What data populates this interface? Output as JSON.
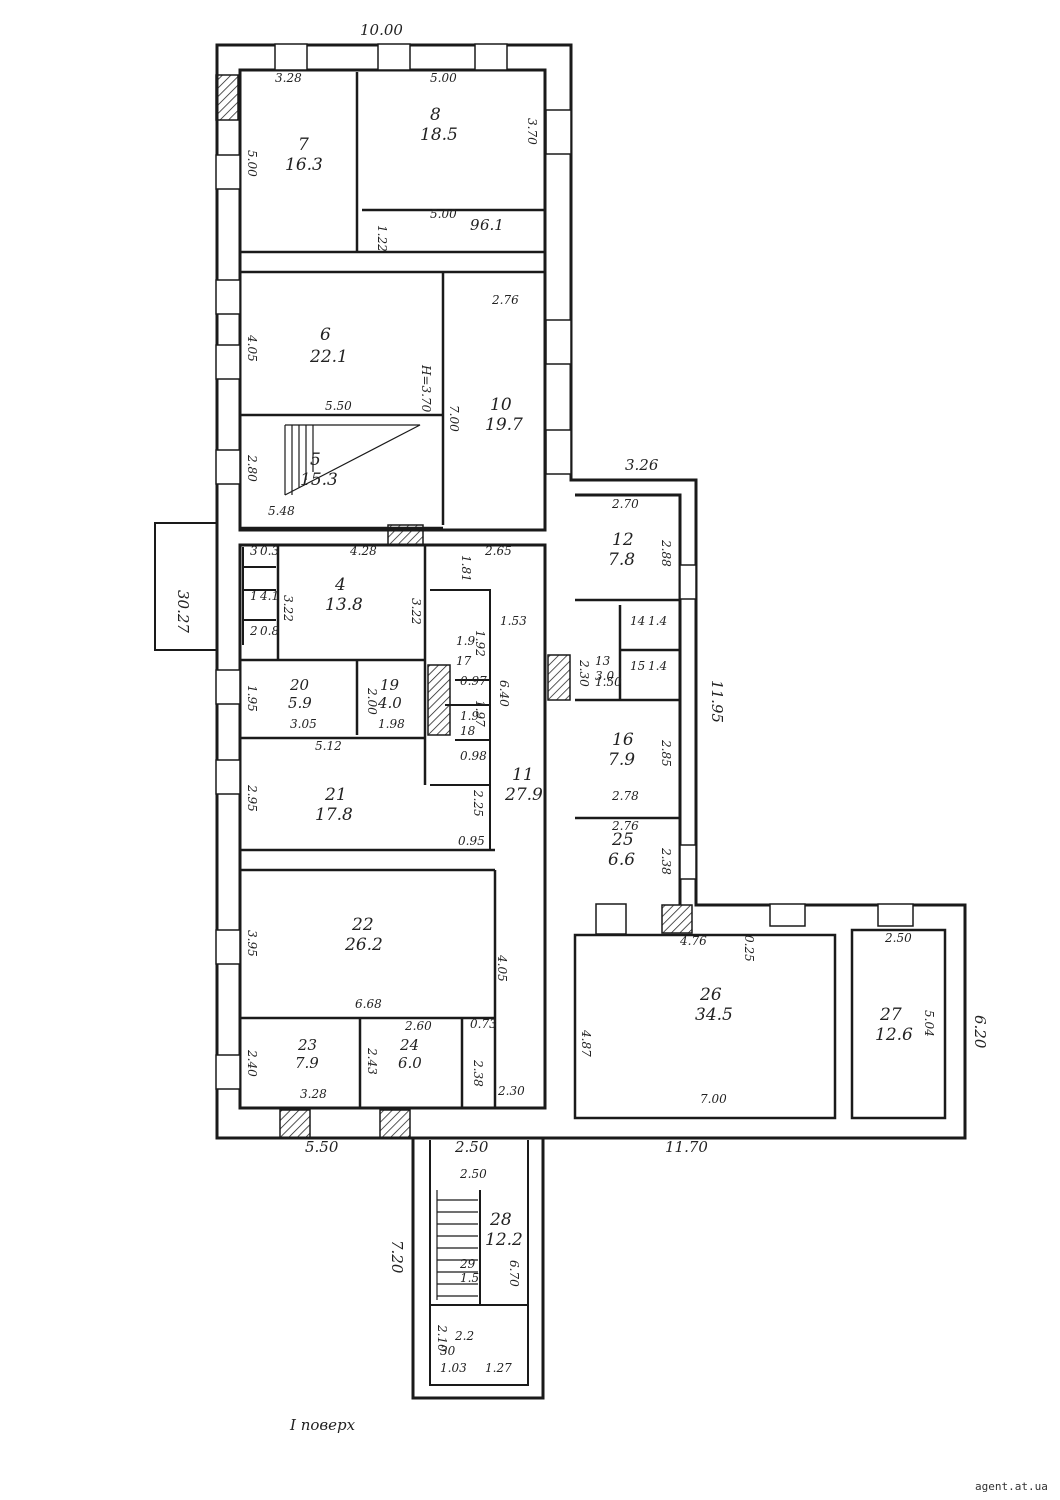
{
  "overall": {
    "top": "10.00",
    "left_total": "30.27",
    "bottom_left": "5.50",
    "bottom_right": "11.70",
    "east_wing_top": "3.26",
    "east_wing_height": "11.95",
    "right_total": "6.20",
    "stair_len": "7.20",
    "stair_width": "2.50"
  },
  "rooms": [
    {
      "n": "7",
      "a": "16.3"
    },
    {
      "n": "8",
      "a": "18.5"
    },
    {
      "n": "9",
      "a": "6.1"
    },
    {
      "n": "6",
      "a": "22.1"
    },
    {
      "n": "10",
      "a": "19.7"
    },
    {
      "n": "5",
      "a": "15.3"
    },
    {
      "n": "4",
      "a": "13.8"
    },
    {
      "n": "1",
      "a": "4.1"
    },
    {
      "n": "2",
      "a": "0.8"
    },
    {
      "n": "3",
      "a": "0.3"
    },
    {
      "n": "12",
      "a": "7.8"
    },
    {
      "n": "13",
      "a": "3.0"
    },
    {
      "n": "14",
      "a": "1.4"
    },
    {
      "n": "15",
      "a": "1.4"
    },
    {
      "n": "17",
      "a": "1.9"
    },
    {
      "n": "18",
      "a": "1.9"
    },
    {
      "n": "19",
      "a": "4.0"
    },
    {
      "n": "20",
      "a": "5.9"
    },
    {
      "n": "16",
      "a": "7.9"
    },
    {
      "n": "11",
      "a": "27.9"
    },
    {
      "n": "21",
      "a": "17.8"
    },
    {
      "n": "25",
      "a": "6.6"
    },
    {
      "n": "22",
      "a": "26.2"
    },
    {
      "n": "26",
      "a": "34.5"
    },
    {
      "n": "27",
      "a": "12.6"
    },
    {
      "n": "23",
      "a": "7.9"
    },
    {
      "n": "24",
      "a": "6.0"
    },
    {
      "n": "28",
      "a": "12.2"
    },
    {
      "n": "29",
      "a": "1.5"
    },
    {
      "n": "30",
      "a": "2.2"
    }
  ],
  "dims": {
    "r7w": "3.28",
    "r7h": "5.00",
    "r8w": "5.00",
    "r8h": "3.70",
    "r9h": "1.22",
    "r9w": "5.00",
    "r6w": "5.50",
    "r6h": "4.05",
    "r6note": "H=3.70",
    "r10a": "2.76",
    "r10b": "7.00",
    "r5w": "5.48",
    "r5h": "2.80",
    "r4w": "4.28",
    "r4h": "3.22",
    "r4b": "3.22",
    "c181": "1.81",
    "c265": "2.65",
    "c153": "1.53",
    "r17a": "1.92",
    "r17b": "0.97",
    "r18a": "1.97",
    "r18b": "0.98",
    "c640": "6.40",
    "r19a": "1.98",
    "r19b": "2.00",
    "r20a": "3.05",
    "r20b": "1.95",
    "r21a": "5.12",
    "r21b": "2.95",
    "c225": "2.25",
    "c095": "0.95",
    "r12a": "2.70",
    "r12b": "2.88",
    "r13a": "1.50",
    "r13b": "2.30",
    "r16a": "2.85",
    "r16b": "2.78",
    "r25a": "2.76",
    "r25b": "2.38",
    "r22a": "3.95",
    "r22b": "6.68",
    "r22c": "4.05",
    "r26a": "4.76",
    "r26b": "0.25",
    "r26c": "4.87",
    "r26d": "7.00",
    "r27a": "2.50",
    "r27b": "5.04",
    "r23a": "2.40",
    "r23b": "3.28",
    "r24a": "2.43",
    "r24b": "2.60",
    "c073": "0.73",
    "c238": "2.38",
    "c230": "2.30",
    "st250": "2.50",
    "st670": "6.70",
    "st210": "2.10",
    "st103": "1.03",
    "st127": "1.27"
  },
  "floor_caption": "I поверх",
  "watermark": "agent.at.ua"
}
